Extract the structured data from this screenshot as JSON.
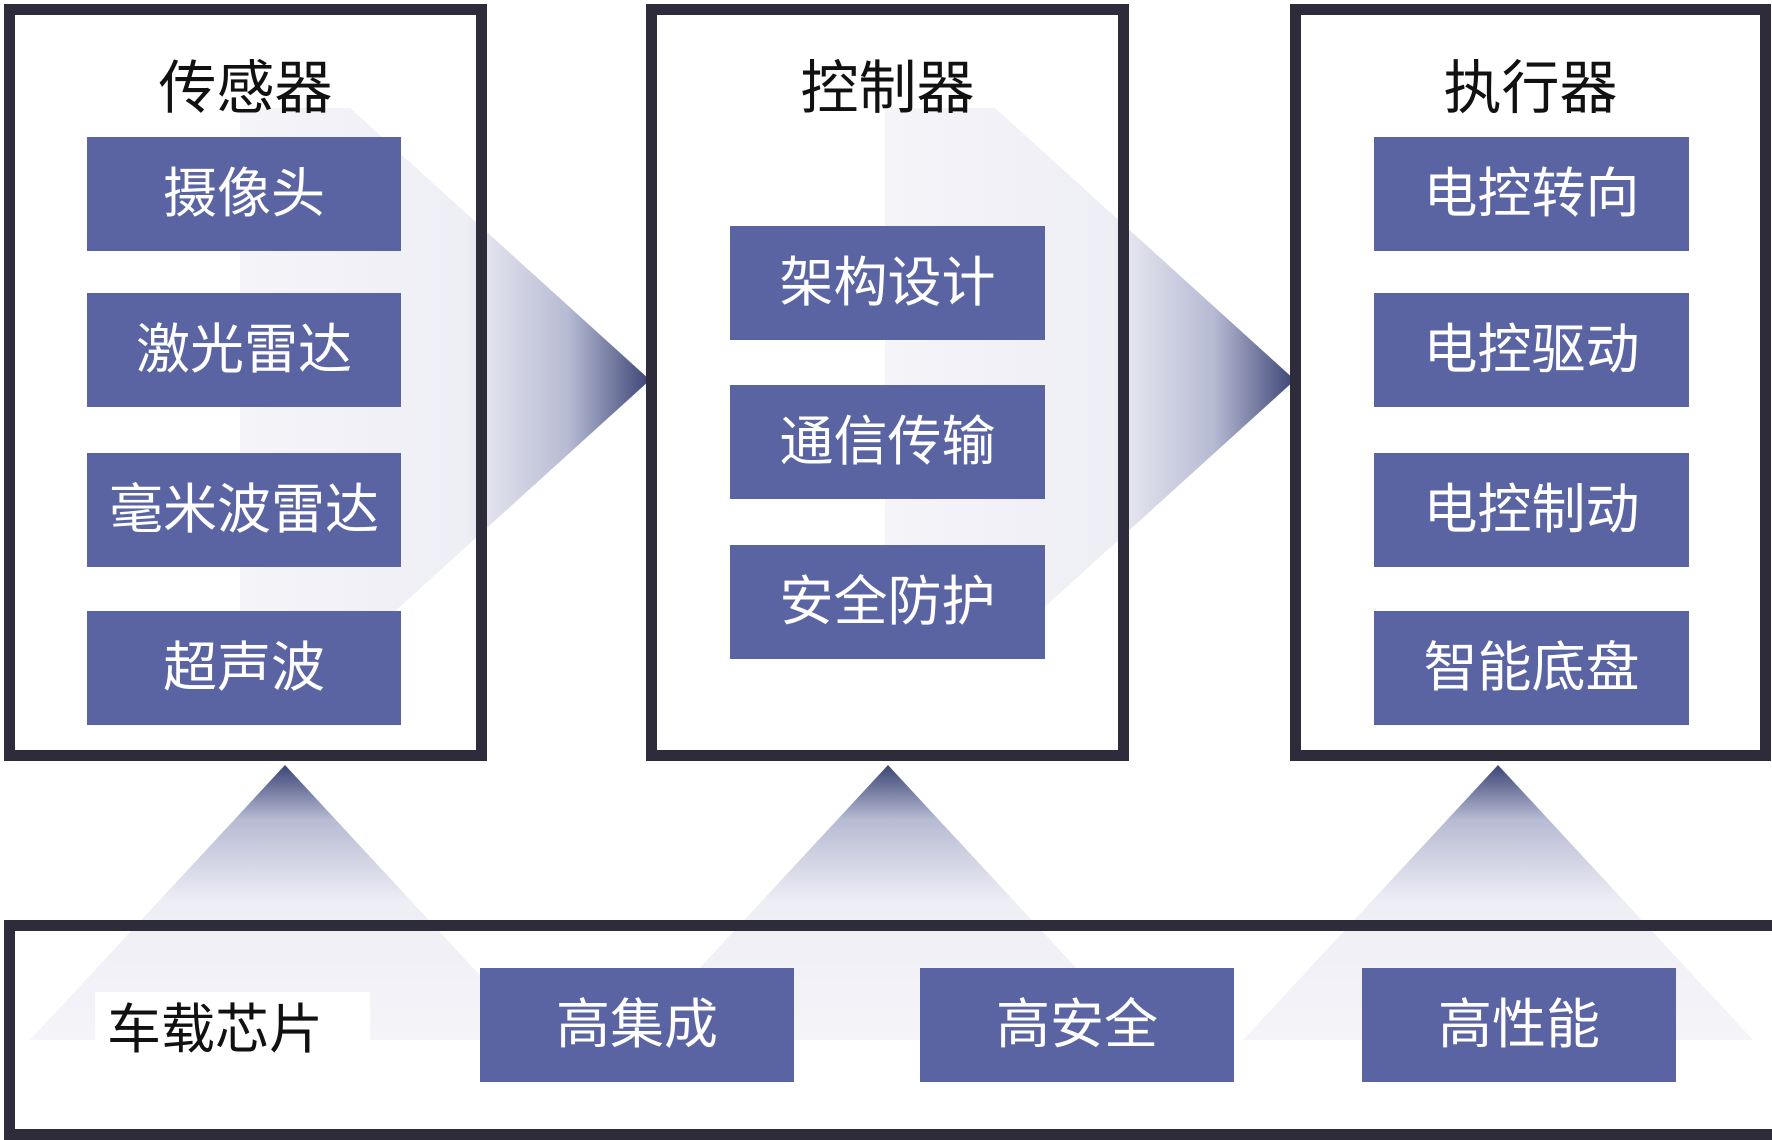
{
  "colors": {
    "frame": "#2e2b3b",
    "chip": "#5b64a3",
    "chip_text": "#ffffff",
    "arrow_shade": "#3c4576",
    "arrow_light": "#f4f4f9"
  },
  "sensor": {
    "title": "传感器",
    "items": [
      "摄像头",
      "激光雷达",
      "毫米波雷达",
      "超声波"
    ]
  },
  "controller": {
    "title": "控制器",
    "items": [
      "架构设计",
      "通信传输",
      "安全防护"
    ]
  },
  "actuator": {
    "title": "执行器",
    "items": [
      "电控转向",
      "电控驱动",
      "电控制动",
      "智能底盘"
    ]
  },
  "chip_bar": {
    "label": "车载芯片",
    "items": [
      "高集成",
      "高安全",
      "高性能"
    ]
  }
}
